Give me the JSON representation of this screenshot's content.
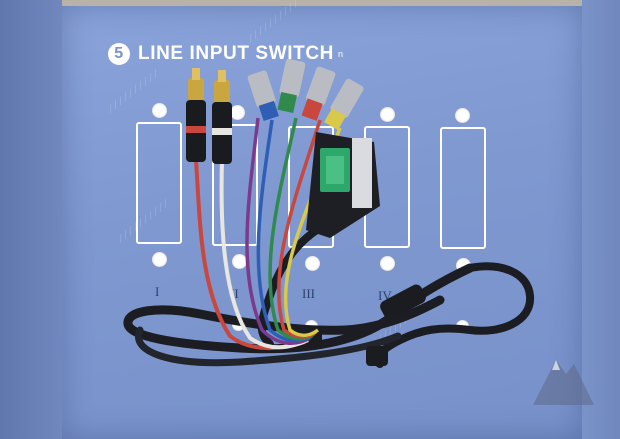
{
  "panel": {
    "badge_number": "5",
    "title": "LINE INPUT SWITCH",
    "title_mark": "n"
  },
  "inputs": [
    {
      "label": "I"
    },
    {
      "label": "II"
    },
    {
      "label": "III"
    },
    {
      "label": "IV"
    },
    {
      "label": ""
    }
  ],
  "colors": {
    "panel_blue": "#8aa3da",
    "cable_black": "#1b1d22",
    "wire_red": "#c9473c",
    "wire_green": "#2f8a4c",
    "wire_blue": "#2f5fb5",
    "wire_yellow": "#d8c94a",
    "wire_white": "#e8e6e0",
    "rca_gold": "#c9a640",
    "bnc_silver": "#b9bcc2",
    "scart_label_green": "#2ea76a"
  },
  "icons": {
    "connector_rca": "rca-plug-icon",
    "connector_bnc": "bnc-plug-icon",
    "connector_scart": "scart-plug-icon",
    "logo": "mountain-logo-icon"
  }
}
